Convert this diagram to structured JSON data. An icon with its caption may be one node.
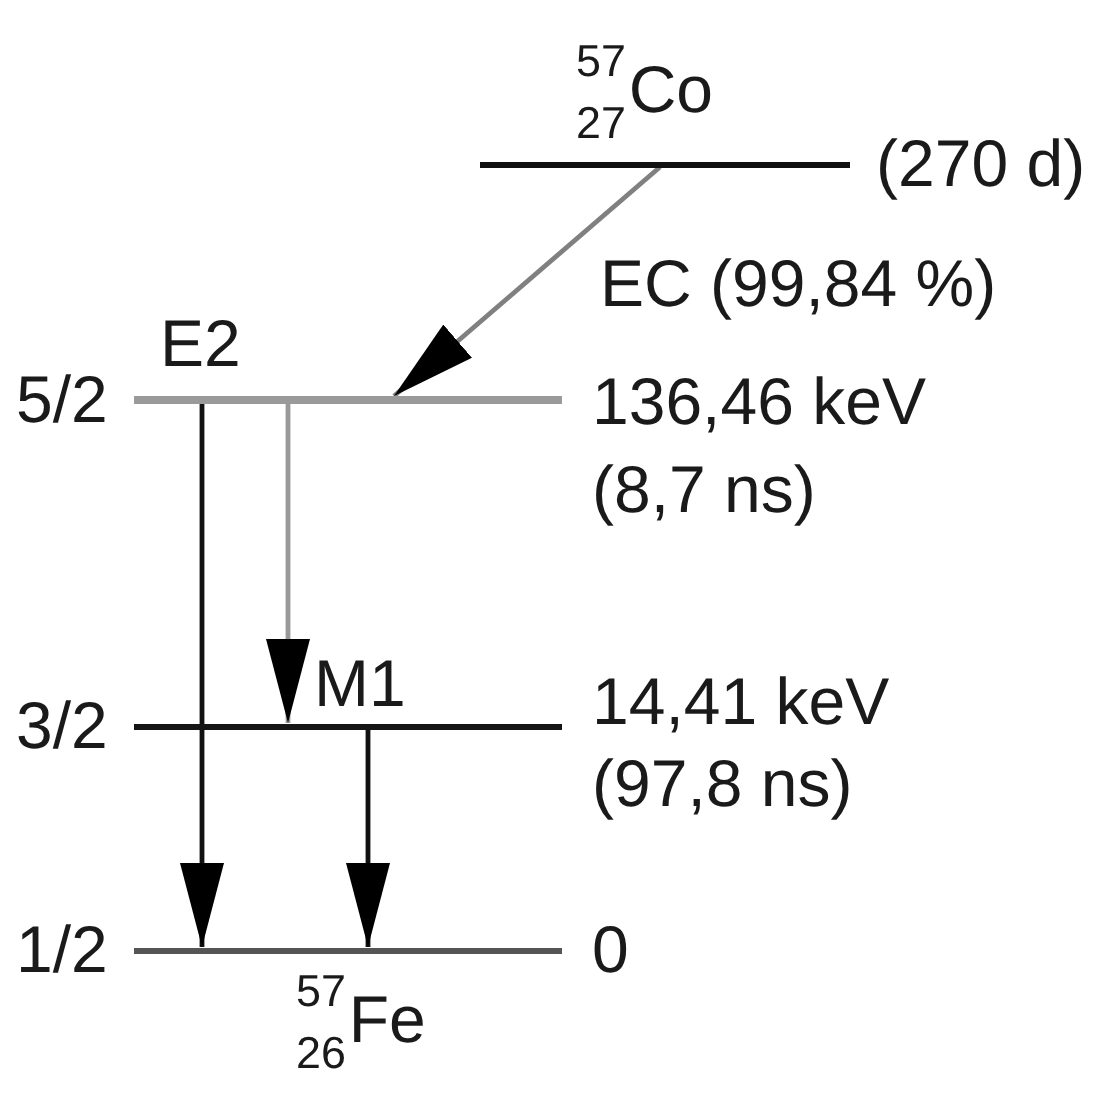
{
  "diagram": {
    "nodes": [
      {
        "text": [
          "$^{57}$$_{27}$Co"
        ],
        "beside": [
          "(270 d)"
        ]
      },
      {
        "text": [
          "5/2"
        ],
        "beside": [
          "136,46 keV",
          "(8,7 ns)"
        ]
      },
      {
        "text": [
          "3/2"
        ],
        "beside": [
          "14,41 keV",
          "(97,8 ns)"
        ]
      },
      {
        "text": [
          "1/2"
        ],
        "beside": [
          "0",
          "$^{57}$$_{26}$Fe"
        ]
      }
    ],
    "edges": [
      {
        "from": 0,
        "to": 1,
        "arrow": "to",
        "label": "EC (99,84 %)",
        "color": "#808080"
      },
      {
        "from": 1,
        "to": 3,
        "arrow": "to",
        "label": "E2"
      },
      {
        "from": 1,
        "to": 2,
        "arrow": "to",
        "color": "#999999"
      },
      {
        "from": 2,
        "to": 3,
        "arrow": "to",
        "label": "M1"
      }
    ]
  }
}
